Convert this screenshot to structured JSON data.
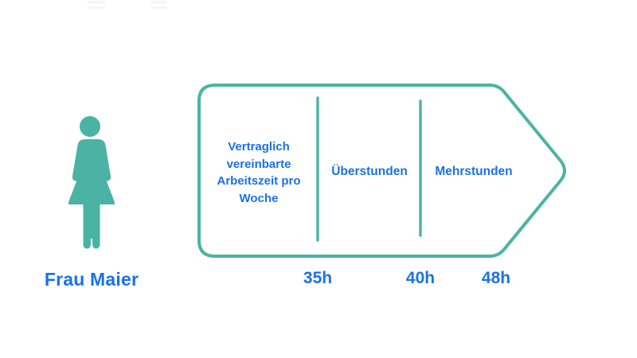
{
  "colors": {
    "teal": "#4BB3A4",
    "blue": "#1A72E4",
    "background": "#FFFFFF"
  },
  "figure": {
    "icon": "woman-pictogram-icon",
    "caption": "Frau Maier"
  },
  "arrow": {
    "shape": "right-pointing-process-arrow",
    "sections": [
      {
        "label": "Vertraglich\nvereinbarte\nArbeitszeit pro\nWoche",
        "end_hours": "35h"
      },
      {
        "label": "Überstunden",
        "end_hours": "40h"
      },
      {
        "label": "Mehrstunden",
        "end_hours": "48h"
      }
    ]
  },
  "axis_labels": [
    "35h",
    "40h",
    "48h"
  ]
}
